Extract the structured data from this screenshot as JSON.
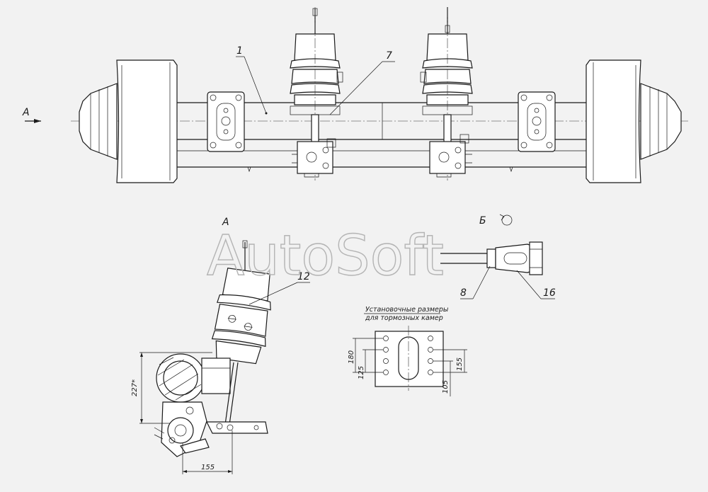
{
  "watermark": "AutoSoft",
  "callouts": {
    "c1": "1",
    "c7": "7",
    "c12": "12",
    "c8": "8",
    "c16": "16"
  },
  "view_labels": {
    "arrow_a": "А",
    "view_a": "А",
    "view_b": "Б"
  },
  "note": {
    "line1": "Установочные размеры",
    "line2": "для тормозных камер"
  },
  "dimensions": {
    "d227": "227*",
    "d155_bottom": "155",
    "d180": "180",
    "d125": "125",
    "d105": "105",
    "d155_right": "155"
  }
}
